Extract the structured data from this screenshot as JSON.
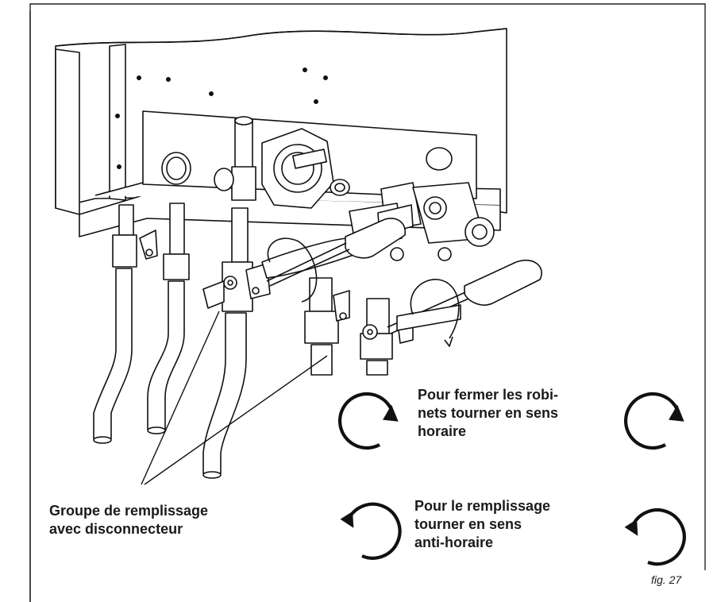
{
  "captions": {
    "close": [
      "Pour fermer les robi-",
      "nets tourner en sens",
      "horaire"
    ],
    "open": [
      "Pour le remplissage",
      "tourner en sens",
      "anti-horaire"
    ],
    "group": [
      "Groupe de remplissage",
      "avec disconnecteur"
    ]
  },
  "figure_label": "fig. 27",
  "icons": {
    "clockwise": "clockwise-arrow-icon",
    "counterclockwise": "counterclockwise-arrow-icon"
  }
}
